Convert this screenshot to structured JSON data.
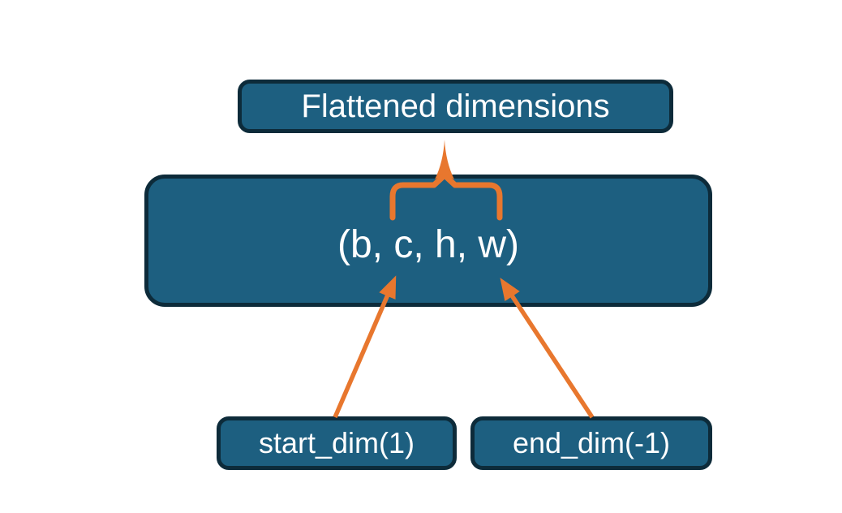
{
  "diagram": {
    "top_box_label": "Flattened dimensions",
    "tensor_label": "(b, c, h, w)",
    "start_dim_label": "start_dim(1)",
    "end_dim_label": "end_dim(-1)",
    "annotations": {
      "brace": "brace grouping dimensions c, h, w under Flattened dimensions",
      "start_arrow": "arrow from start_dim(1) to dimension c",
      "end_arrow": "arrow from end_dim(-1) to dimension w"
    },
    "colors": {
      "box_fill": "#1d5f80",
      "box_border": "#0d2b3a",
      "accent_orange": "#e8772e",
      "text": "#ffffff",
      "background": "#ffffff"
    }
  }
}
